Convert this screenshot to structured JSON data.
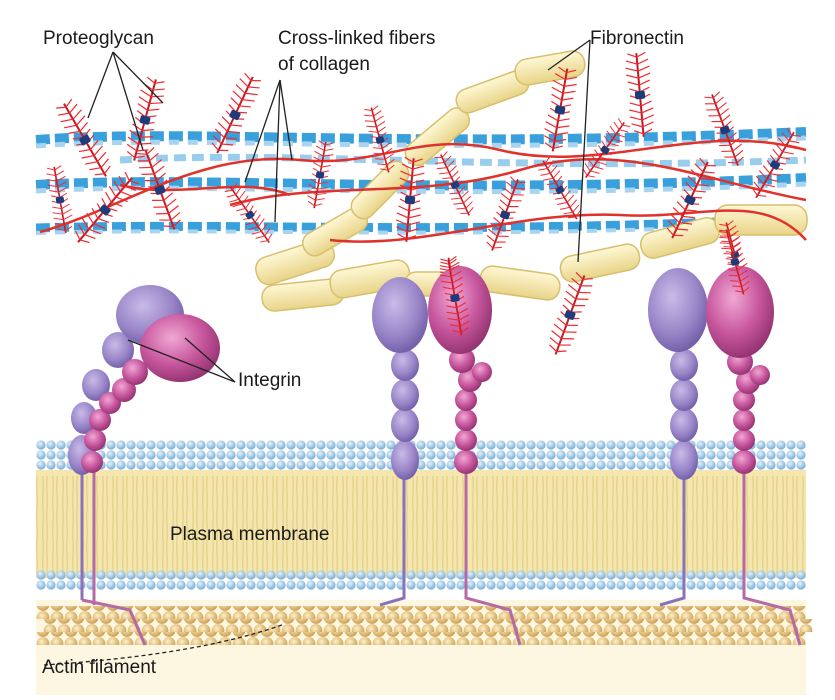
{
  "labels": {
    "proteoglycan": "Proteoglycan",
    "collagen_line1": "Cross-linked fibers",
    "collagen_line2": "of collagen",
    "fibronectin": "Fibronectin",
    "integrin": "Integrin",
    "plasma_membrane": "Plasma membrane",
    "actin_filament": "Actin filament"
  },
  "colors": {
    "collagen_blue": "#3aa0dc",
    "collagen_light": "#a9d4f0",
    "fibronectin_red": "#e0322a",
    "proteoglycan_red": "#e8202a",
    "fibronectin_rod": "#f5e7a6",
    "integrin_purple": "#9a86c8",
    "integrin_magenta": "#c8579e",
    "lipid_head": "#8fc3e6",
    "membrane_core": "#f3e2a6",
    "actin": "#e6c27a",
    "background": "#fdfaf0"
  }
}
